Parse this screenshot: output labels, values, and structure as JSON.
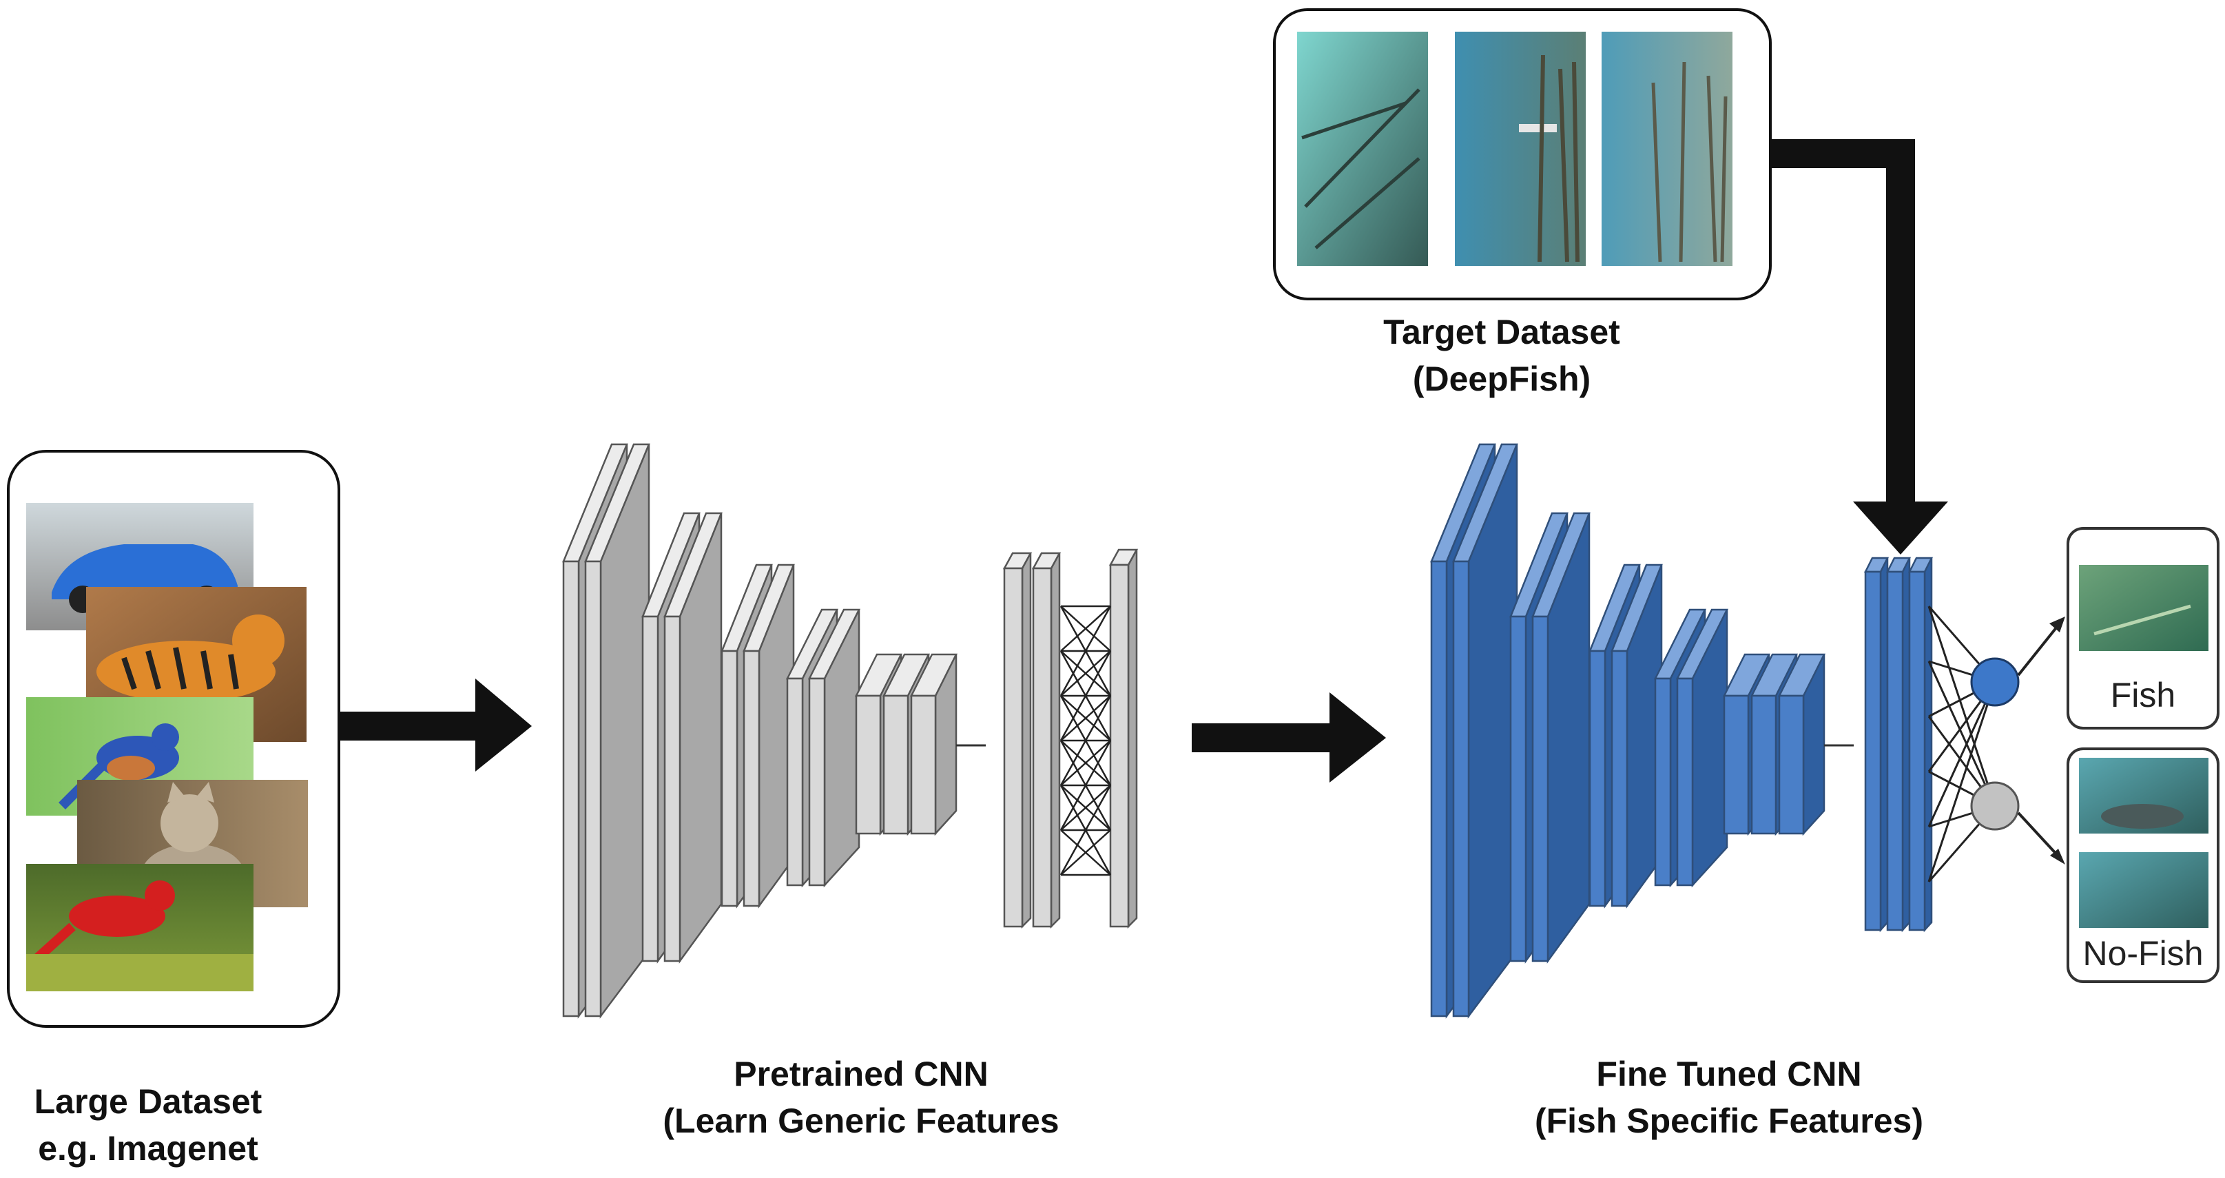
{
  "labels": {
    "large_dataset": {
      "line1": "Large Dataset",
      "line2": "e.g. Imagenet"
    },
    "pretrained_cnn": {
      "line1": "Pretrained CNN",
      "line2": "(Learn Generic Features"
    },
    "target_dataset": {
      "line1": "Target Dataset",
      "line2": "(DeepFish)"
    },
    "fine_tuned_cnn": {
      "line1": "Fine Tuned CNN",
      "line2": "(Fish Specific Features)"
    }
  },
  "outputs": {
    "fish": "Fish",
    "no_fish": "No-Fish"
  },
  "colors": {
    "pretrained_layer": "#d9d9d9",
    "fine_tuned_layer": "#4a7fc8",
    "arrow": "#111111",
    "node_fish": "#3d78c9",
    "node_no_fish": "#c2c2c2"
  },
  "images": {
    "large_dataset": [
      "car",
      "tiger",
      "bluebird",
      "cat",
      "red-bird"
    ],
    "target_dataset": [
      "underwater-1",
      "underwater-2",
      "underwater-3"
    ],
    "fish_output": [
      "fish-example"
    ],
    "no_fish_output": [
      "no-fish-example-1",
      "no-fish-example-2"
    ]
  }
}
